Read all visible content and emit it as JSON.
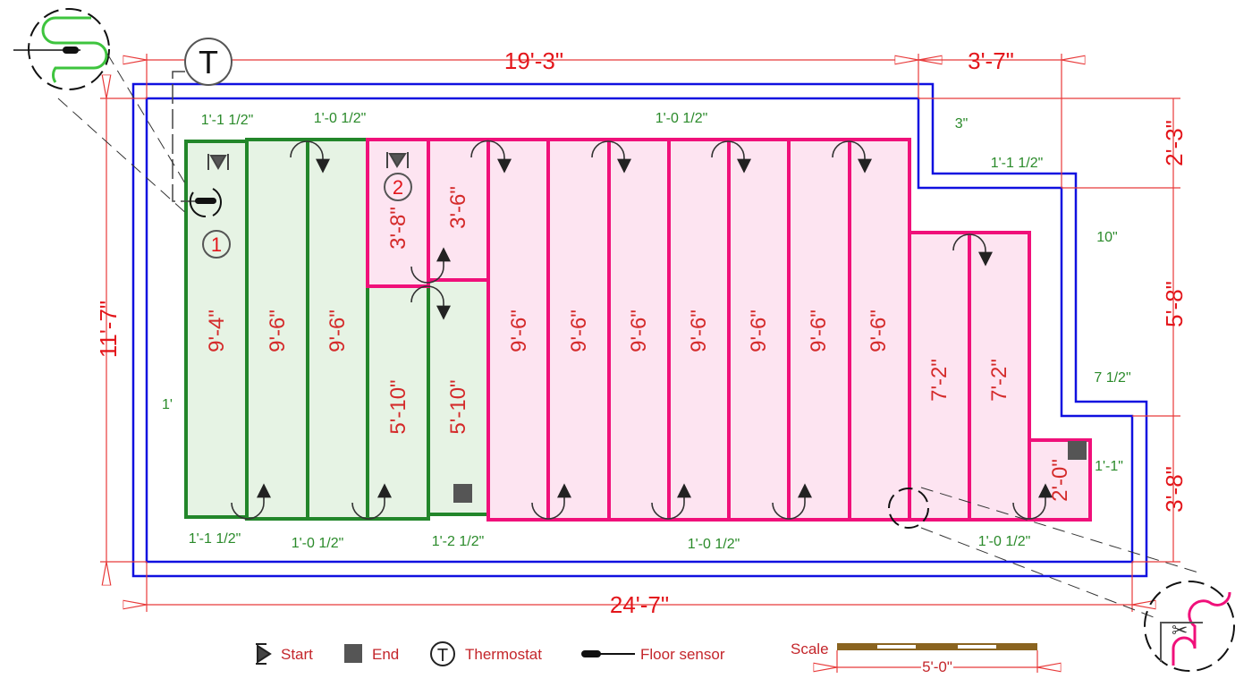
{
  "dimensions": {
    "top_main": "19'-3\"",
    "top_right": "3'-7\"",
    "bottom": "24'-7\"",
    "left": "11'-7\"",
    "right_top": "2'-3\"",
    "right_mid": "5'-8\"",
    "right_bottom": "3'-8\""
  },
  "spacings": {
    "top_1": "1'-1 1/2\"",
    "top_2": "1'-0 1/2\"",
    "top_3": "1'-0 1/2\"",
    "step_1": "3\"",
    "step_2": "1'-1 1/2\"",
    "step_3": "10\"",
    "step_4": "7 1/2\"",
    "right_end": "1'-1\"",
    "left": "1'",
    "bottom_1": "1'-1 1/2\"",
    "bottom_2": "1'-0 1/2\"",
    "bottom_3": "1'-2 1/2\"",
    "bottom_4": "1'-0 1/2\"",
    "bottom_5": "1'-0 1/2\""
  },
  "zones": [
    {
      "number": "1",
      "color": "#22862a"
    },
    {
      "number": "2",
      "color": "#f0107a"
    }
  ],
  "runs": {
    "g1": "9'-4\"",
    "g2": "9'-6\"",
    "g3": "9'-6\"",
    "g4": "5'-10\"",
    "g5": "5'-10\"",
    "p_short1": "3'-8\"",
    "p_short2": "3'-6\"",
    "p1": "9'-6\"",
    "p2": "9'-6\"",
    "p3": "9'-6\"",
    "p4": "9'-6\"",
    "p5": "9'-6\"",
    "p6": "9'-6\"",
    "p7": "9'-6\"",
    "p8": "7'-2\"",
    "p9": "7'-2\"",
    "p10": "2'-0\""
  },
  "thermostat_symbol": "T",
  "legend": {
    "start": "Start",
    "end": "End",
    "thermostat_symbol": "T",
    "thermostat": "Thermostat",
    "floor_sensor": "Floor sensor"
  },
  "scale": {
    "label": "Scale",
    "length": "5'-0\""
  }
}
